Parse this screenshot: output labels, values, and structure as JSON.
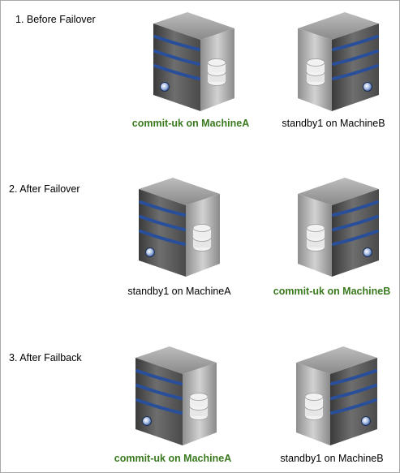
{
  "colors": {
    "active_label": "#3a7a1e",
    "normal_label": "#000000",
    "frame_border": "#a9a9a9",
    "stripe": "#2a4f9a"
  },
  "icons": {
    "primary_server": "server-tower-icon",
    "secondary_server": "server-tower-icon",
    "database": "database-icon"
  },
  "steps": [
    {
      "title": "1. Before Failover",
      "left": {
        "label": "commit-uk on MachineA",
        "active": true
      },
      "right": {
        "label": "standby1 on MachineB",
        "active": false
      }
    },
    {
      "title": "2. After Failover",
      "left": {
        "label": "standby1 on MachineA",
        "active": false
      },
      "right": {
        "label": "commit-uk on MachineB",
        "active": true
      }
    },
    {
      "title": "3. After Failback",
      "left": {
        "label": "commit-uk on MachineA",
        "active": true
      },
      "right": {
        "label": "standby1 on MachineB",
        "active": false
      }
    }
  ]
}
